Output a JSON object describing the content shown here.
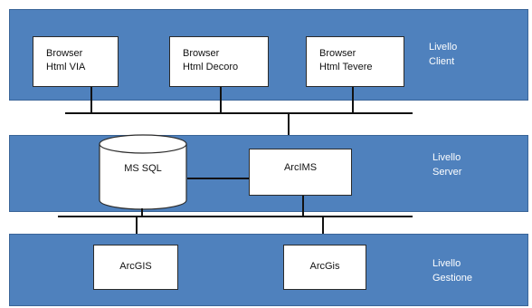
{
  "layers": {
    "client": {
      "label_line1": "Livello",
      "label_line2": "Client",
      "boxes": [
        {
          "line1": "Browser",
          "line2": "Html VIA"
        },
        {
          "line1": "Browser",
          "line2": "Html Decoro"
        },
        {
          "line1": "Browser",
          "line2": "Html Tevere"
        }
      ]
    },
    "server": {
      "label_line1": "Livello",
      "label_line2": "Server",
      "database": "MS SQL",
      "box": "ArcIMS"
    },
    "gestione": {
      "label_line1": "Livello",
      "label_line2": "Gestione",
      "boxes": [
        "ArcGIS",
        "ArcGis"
      ]
    }
  },
  "colors": {
    "band": "#4f81bd",
    "box": "#ffffff",
    "line": "#111111"
  }
}
